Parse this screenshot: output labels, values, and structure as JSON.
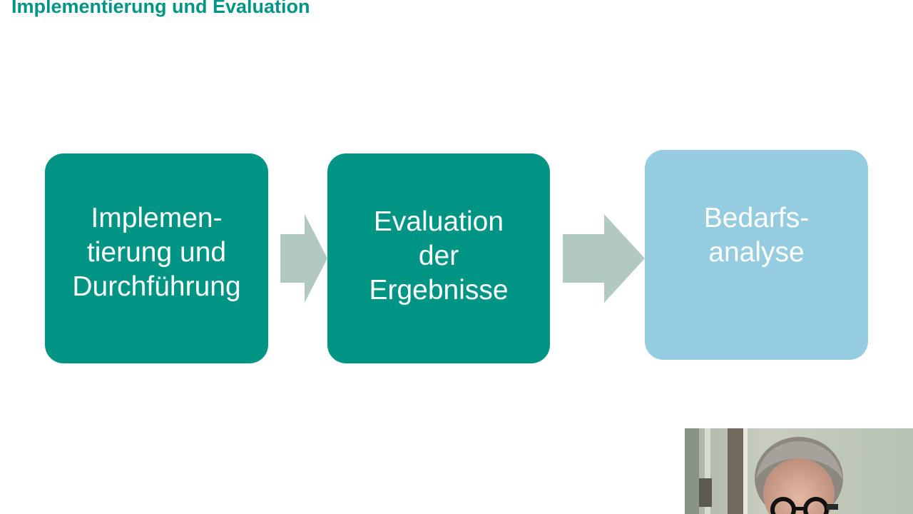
{
  "slide": {
    "title": "Implementierung und Evaluation"
  },
  "diagram": {
    "steps": [
      {
        "label": "Implemen-\ntierung und\nDurchführung",
        "color": "#009485"
      },
      {
        "label": "Evaluation\nder\nErgebnisse",
        "color": "#009485"
      },
      {
        "label": "Bedarfs-\nanalyse",
        "color": "#96ccdf"
      }
    ],
    "arrow_color": "#b2c8c3"
  },
  "webcam": {
    "icon": "presenter-webcam-feed"
  }
}
